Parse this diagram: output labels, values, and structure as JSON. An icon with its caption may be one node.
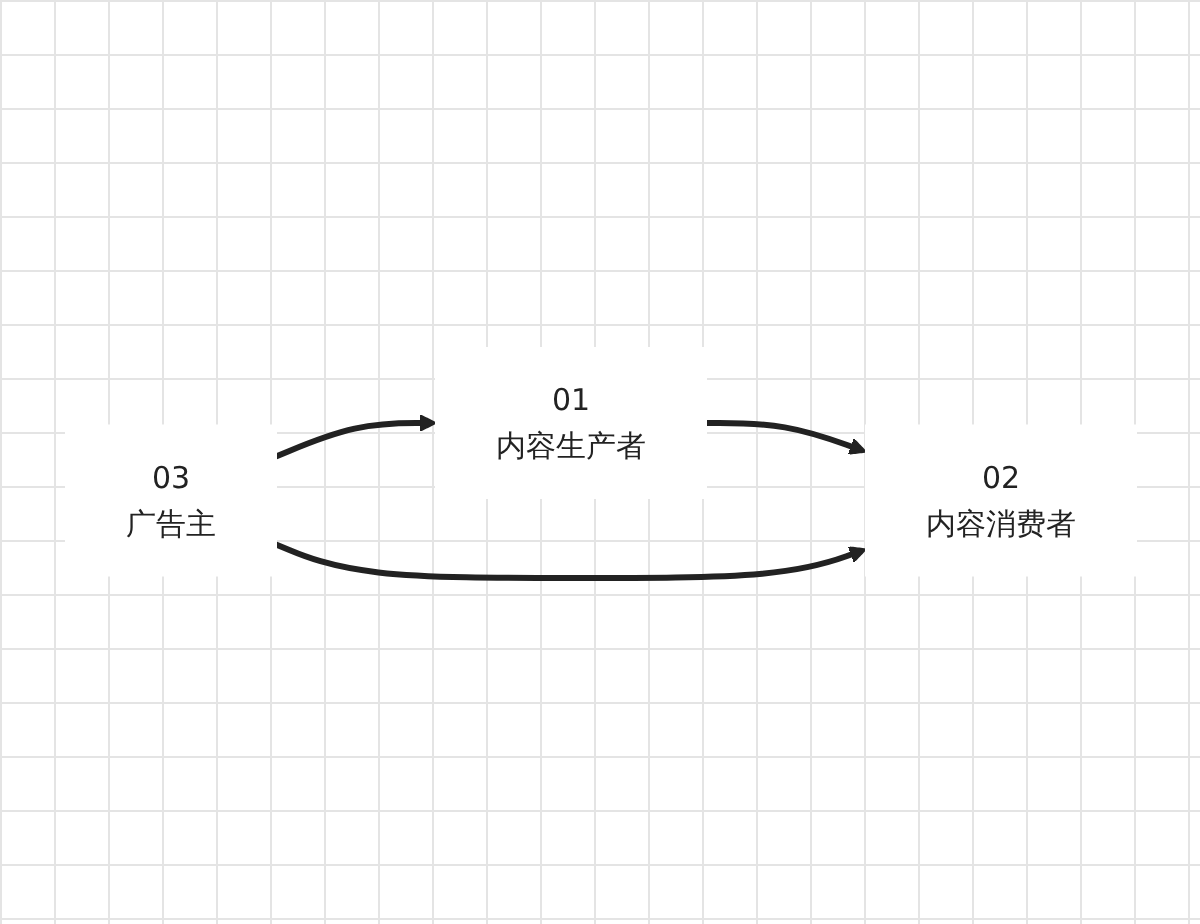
{
  "diagram": {
    "nodes": [
      {
        "text": [
          "01",
          "内容生产者"
        ]
      },
      {
        "text": [
          "02",
          "内容消费者"
        ]
      },
      {
        "text": [
          "03",
          "广告主"
        ]
      }
    ],
    "edges": [
      {
        "from": 2,
        "to": 0,
        "arrow": "to"
      },
      {
        "from": 0,
        "to": 1,
        "arrow": "to"
      },
      {
        "from": 2,
        "to": 1,
        "arrow": "to"
      }
    ]
  }
}
